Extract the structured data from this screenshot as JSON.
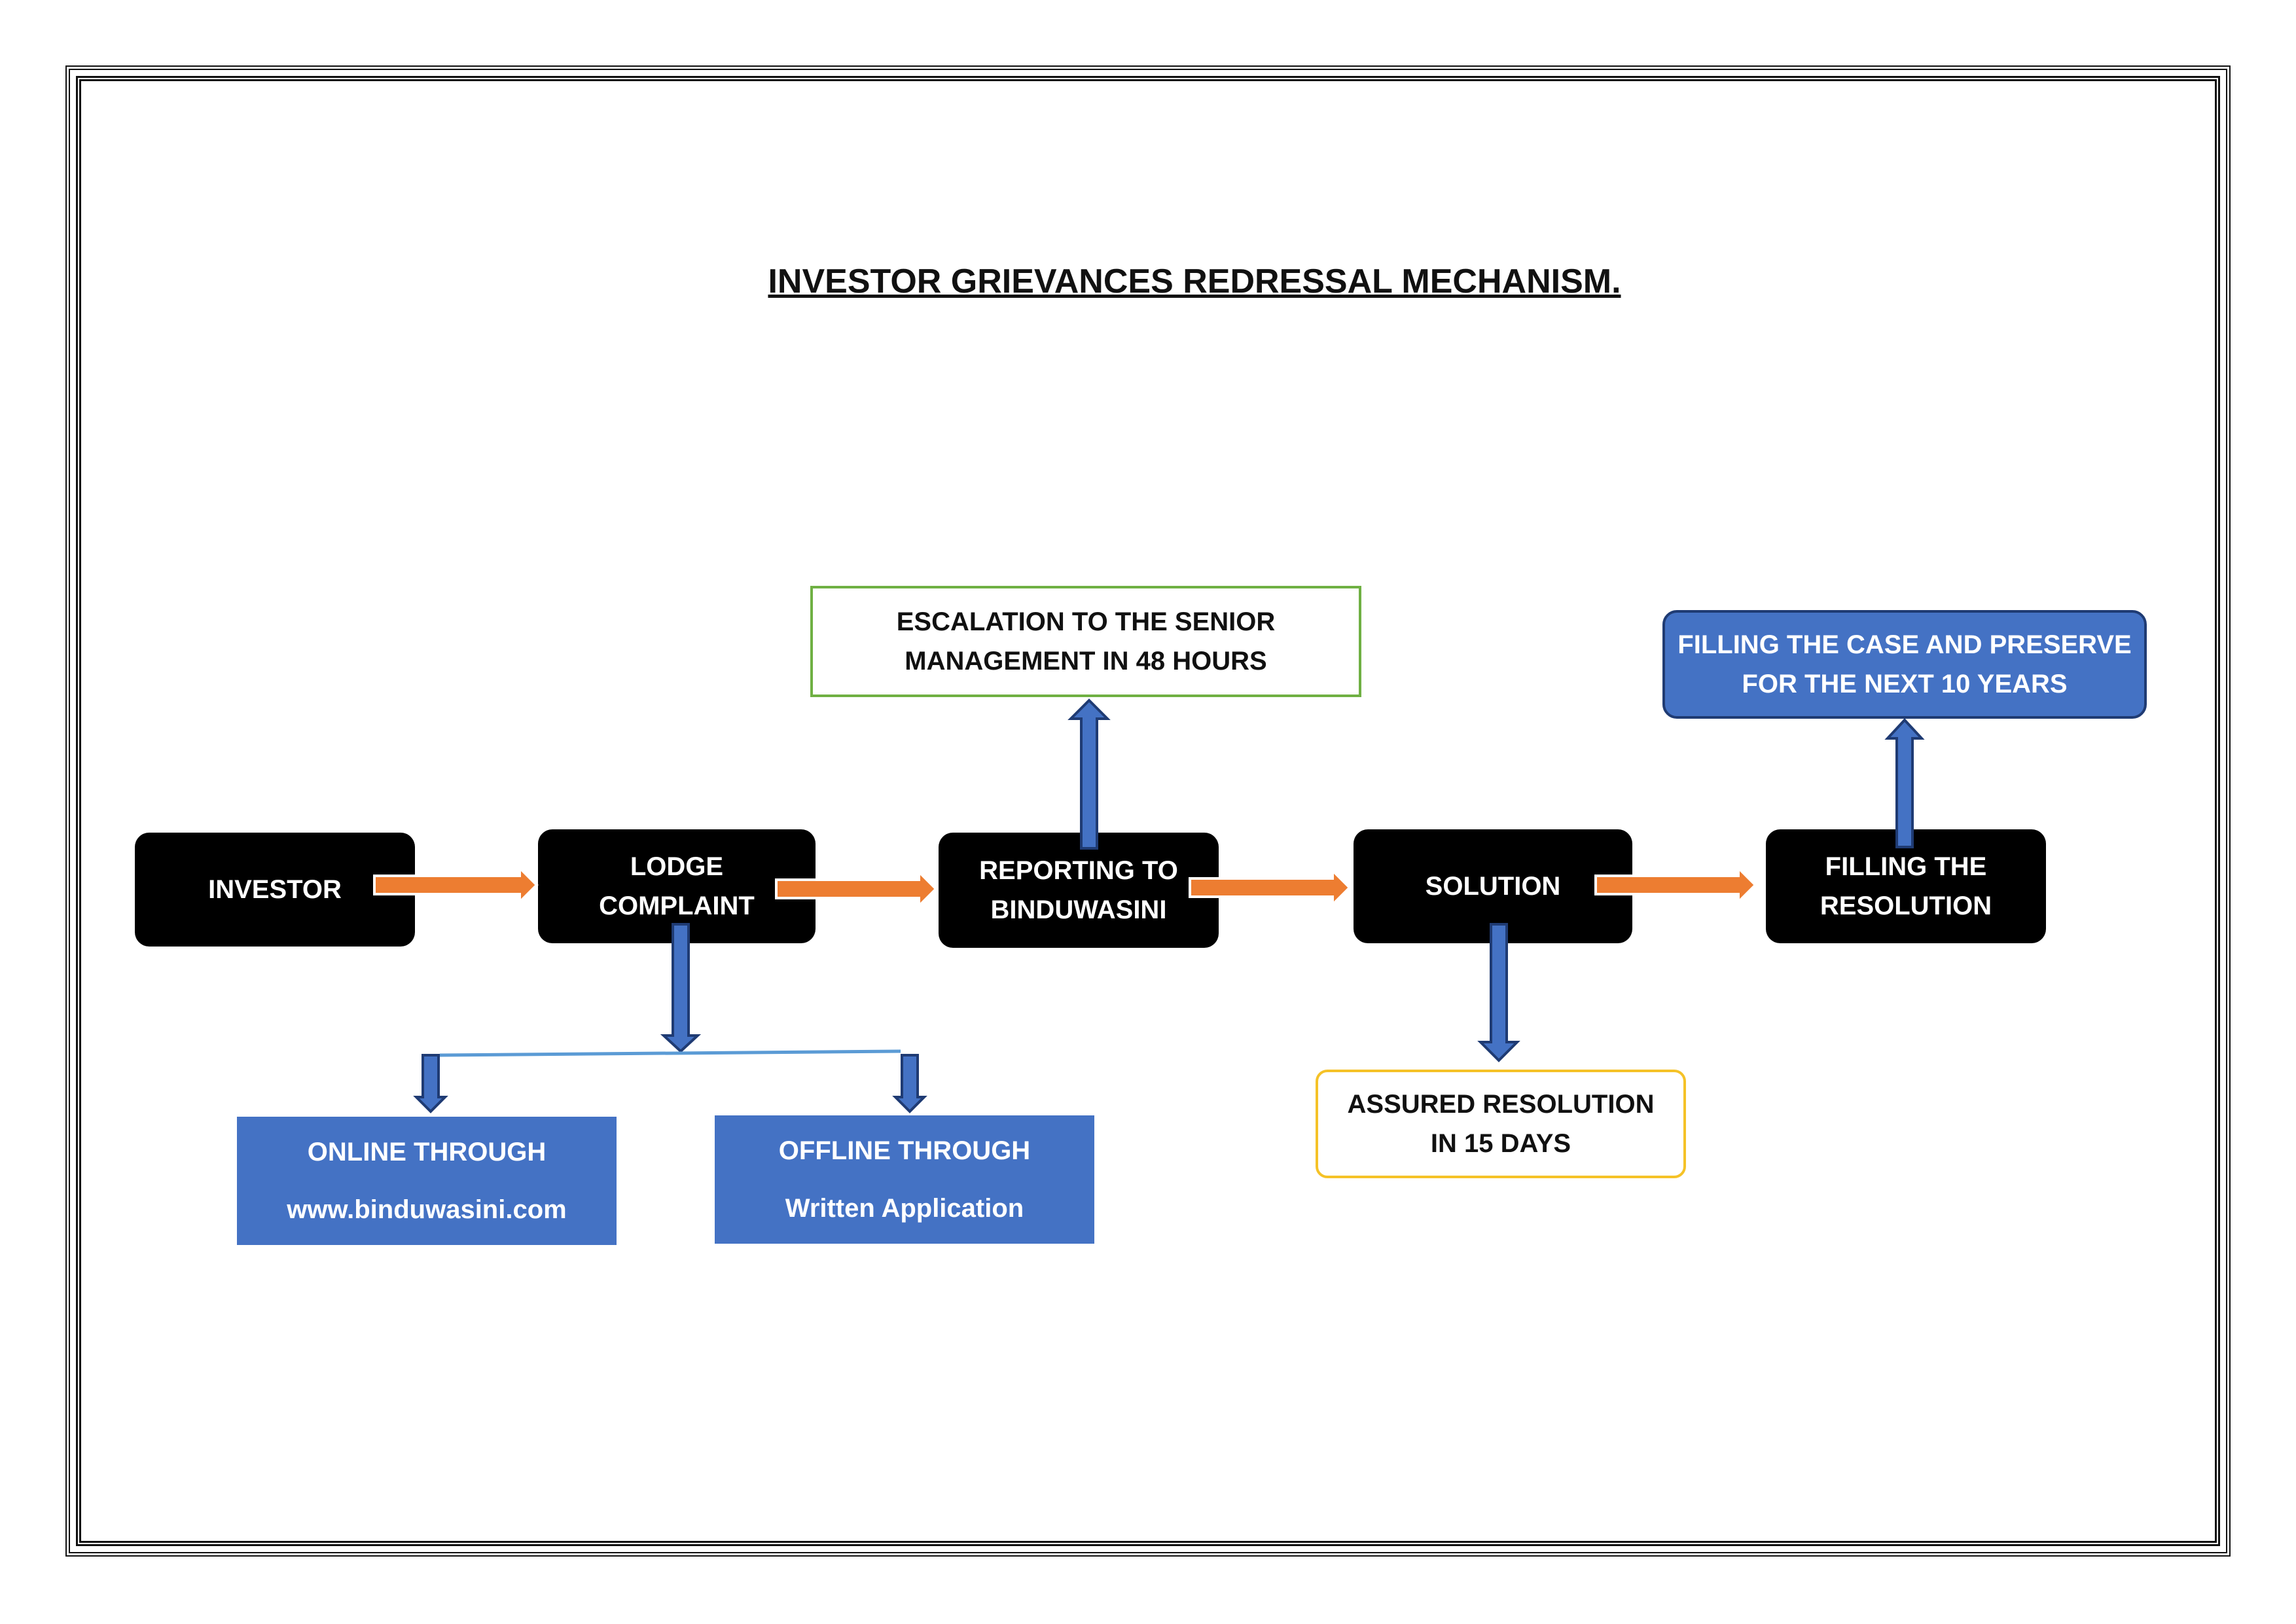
{
  "title": "INVESTOR GRIEVANCES REDRESSAL MECHANISM.",
  "nodes": {
    "investor": [
      "INVESTOR"
    ],
    "lodge_complaint": [
      "LODGE",
      "COMPLAINT"
    ],
    "reporting": [
      "REPORTING TO",
      "BINDUWASINI"
    ],
    "solution": [
      "SOLUTION"
    ],
    "filling_resolution": [
      "FILLING THE",
      "RESOLUTION"
    ],
    "escalation": [
      "ESCALATION TO THE SENIOR",
      "MANAGEMENT IN 48 HOURS"
    ],
    "preserve": [
      "FILLING THE CASE AND PRESERVE",
      "FOR THE NEXT 10 YEARS"
    ],
    "assured": [
      "ASSURED RESOLUTION",
      "IN 15 DAYS"
    ],
    "online": [
      "ONLINE THROUGH",
      "www.binduwasini.com"
    ],
    "offline": [
      "OFFLINE THROUGH",
      "Written Application"
    ]
  },
  "colors": {
    "dark_box": "#000000",
    "flow_arrow": "#ed7d31",
    "branch_arrow": "#4472c4",
    "escalation_border": "#6fb043",
    "assured_border": "#f5c227",
    "blue_box": "#4472c4"
  }
}
